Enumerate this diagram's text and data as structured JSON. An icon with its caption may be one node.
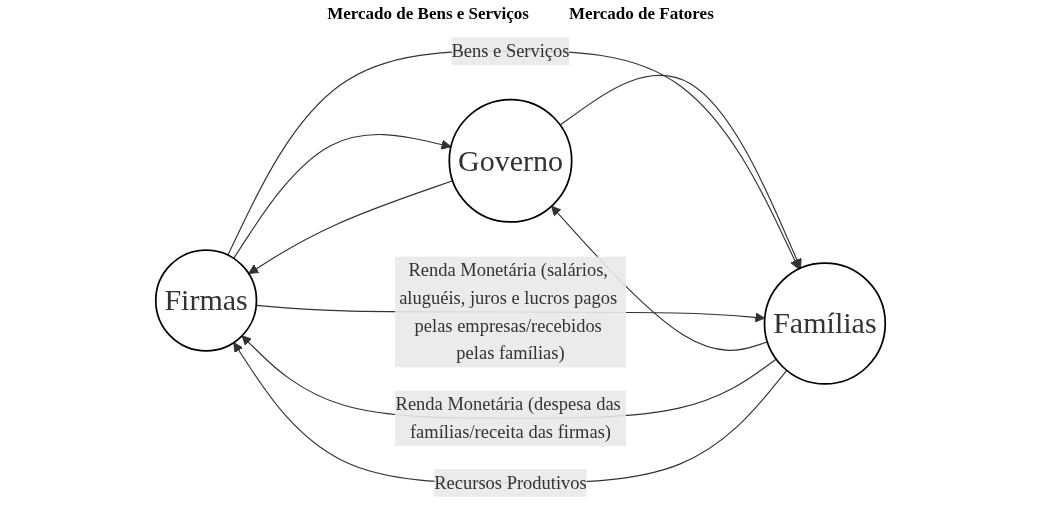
{
  "diagram": {
    "nodes": [
      {
        "text": [
          "Firmas"
        ]
      },
      {
        "text": [
          "Governo"
        ]
      },
      {
        "text": [
          "Famílias"
        ]
      }
    ],
    "edges": [
      {
        "from": 0,
        "to": 1,
        "arrow": "to"
      },
      {
        "from": 1,
        "to": 0,
        "arrow": "to"
      },
      {
        "from": 1,
        "to": 2,
        "arrow": "to"
      },
      {
        "from": 2,
        "to": 1,
        "arrow": "to"
      },
      {
        "from": 2,
        "to": 0,
        "arrow": "to",
        "label": "Renda Monetária (despesa das famílias/receita das firmas)"
      },
      {
        "from": 0,
        "to": 2,
        "arrow": "to",
        "label": "Bens e Serviços"
      },
      {
        "from": 2,
        "to": 0,
        "arrow": "to",
        "label": "Recursos Produtivos"
      },
      {
        "from": 0,
        "to": 2,
        "arrow": "to",
        "label": "Renda Monetária (salários, aluguéis, juros e lucros pagos pelas empresas/recebidos pelas famílias)"
      }
    ],
    "labels": [
      "Mercado de Bens e Serviços",
      "Mercado de Fatores"
    ]
  }
}
